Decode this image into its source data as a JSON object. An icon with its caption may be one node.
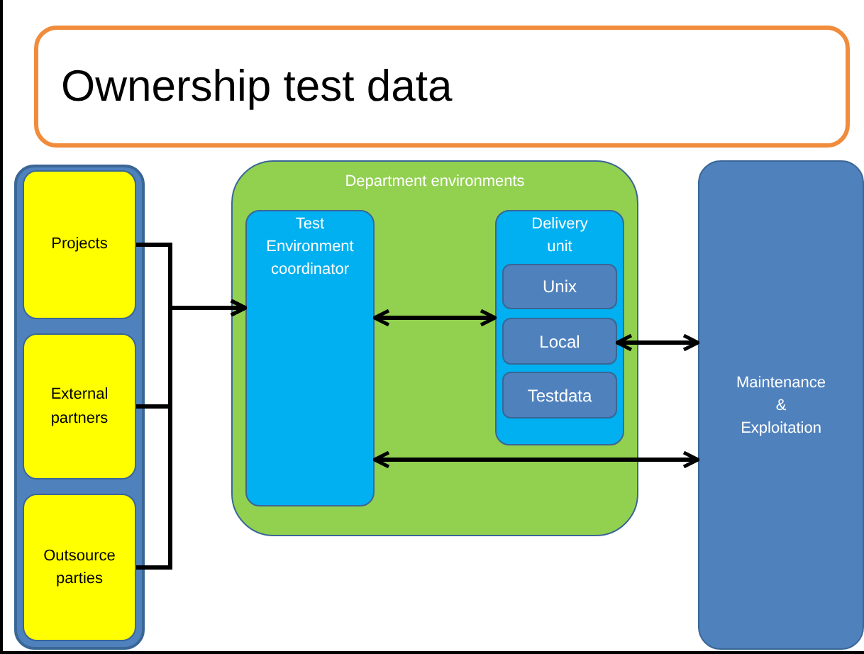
{
  "diagram": {
    "title": "Ownership test data",
    "nodes": [
      {
        "text": [],
        "shape": "box"
      },
      {
        "text": [
          "Projects"
        ],
        "in": 0
      },
      {
        "text": [
          "External partners"
        ],
        "in": 0
      },
      {
        "text": [
          "Outsource parties"
        ],
        "in": 0
      },
      {
        "text": [
          "Department environments"
        ]
      },
      {
        "text": [
          "Test Environment coordinator"
        ],
        "in": 4
      },
      {
        "text": [
          "Delivery unit"
        ],
        "in": 4
      },
      {
        "text": [
          "Unix"
        ],
        "in": 6
      },
      {
        "text": [
          "Local"
        ],
        "in": 6
      },
      {
        "text": [
          "Testdata"
        ],
        "in": 6
      },
      {
        "text": [
          "Maintenance & Exploitation"
        ]
      }
    ],
    "edges": [
      {
        "from": 1,
        "to": 5,
        "arrow": "to"
      },
      {
        "from": 2,
        "to": 5,
        "arrow": "to"
      },
      {
        "from": 3,
        "to": 5,
        "arrow": "to"
      },
      {
        "from": 5,
        "to": 6,
        "arrow": "both"
      },
      {
        "from": 8,
        "to": 10,
        "arrow": "both"
      },
      {
        "from": 5,
        "to": 10,
        "arrow": "both"
      }
    ]
  }
}
